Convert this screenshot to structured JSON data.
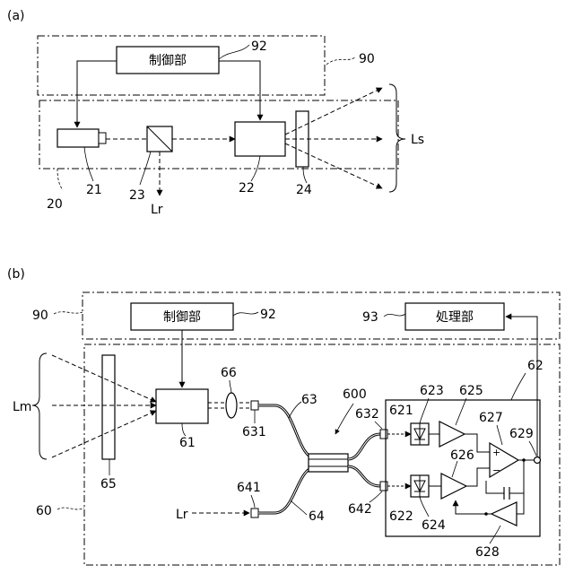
{
  "panel_a": {
    "tag": "(a)",
    "control_label": "制御部",
    "refs": {
      "control": "92",
      "system": "90",
      "light_source": "21",
      "beam_splitter": "23",
      "scanner": "22",
      "window": "24",
      "transmitter": "20"
    },
    "beam_labels": {
      "ref": "Lr",
      "scan": "Ls"
    }
  },
  "panel_b": {
    "tag": "(b)",
    "control_label": "制御部",
    "processor_label": "処理部",
    "refs": {
      "system": "90",
      "control": "92",
      "processor": "93",
      "receiver": "60",
      "window": "65",
      "scanner": "61",
      "lens": "66",
      "port_in": "631",
      "fiber_signal": "63",
      "coupler": "600",
      "port_out1": "632",
      "port_ref_in": "641",
      "fiber_ref": "64",
      "port_out2": "642",
      "detector_unit": "62",
      "pd1": "621",
      "pd2": "622",
      "diode1": "623",
      "diode2": "624",
      "amp1": "625",
      "amp2": "626",
      "diff_amp": "627",
      "feedback_amp": "628",
      "output_node": "629"
    },
    "beam_labels": {
      "ref": "Lr",
      "received": "Lm"
    }
  }
}
